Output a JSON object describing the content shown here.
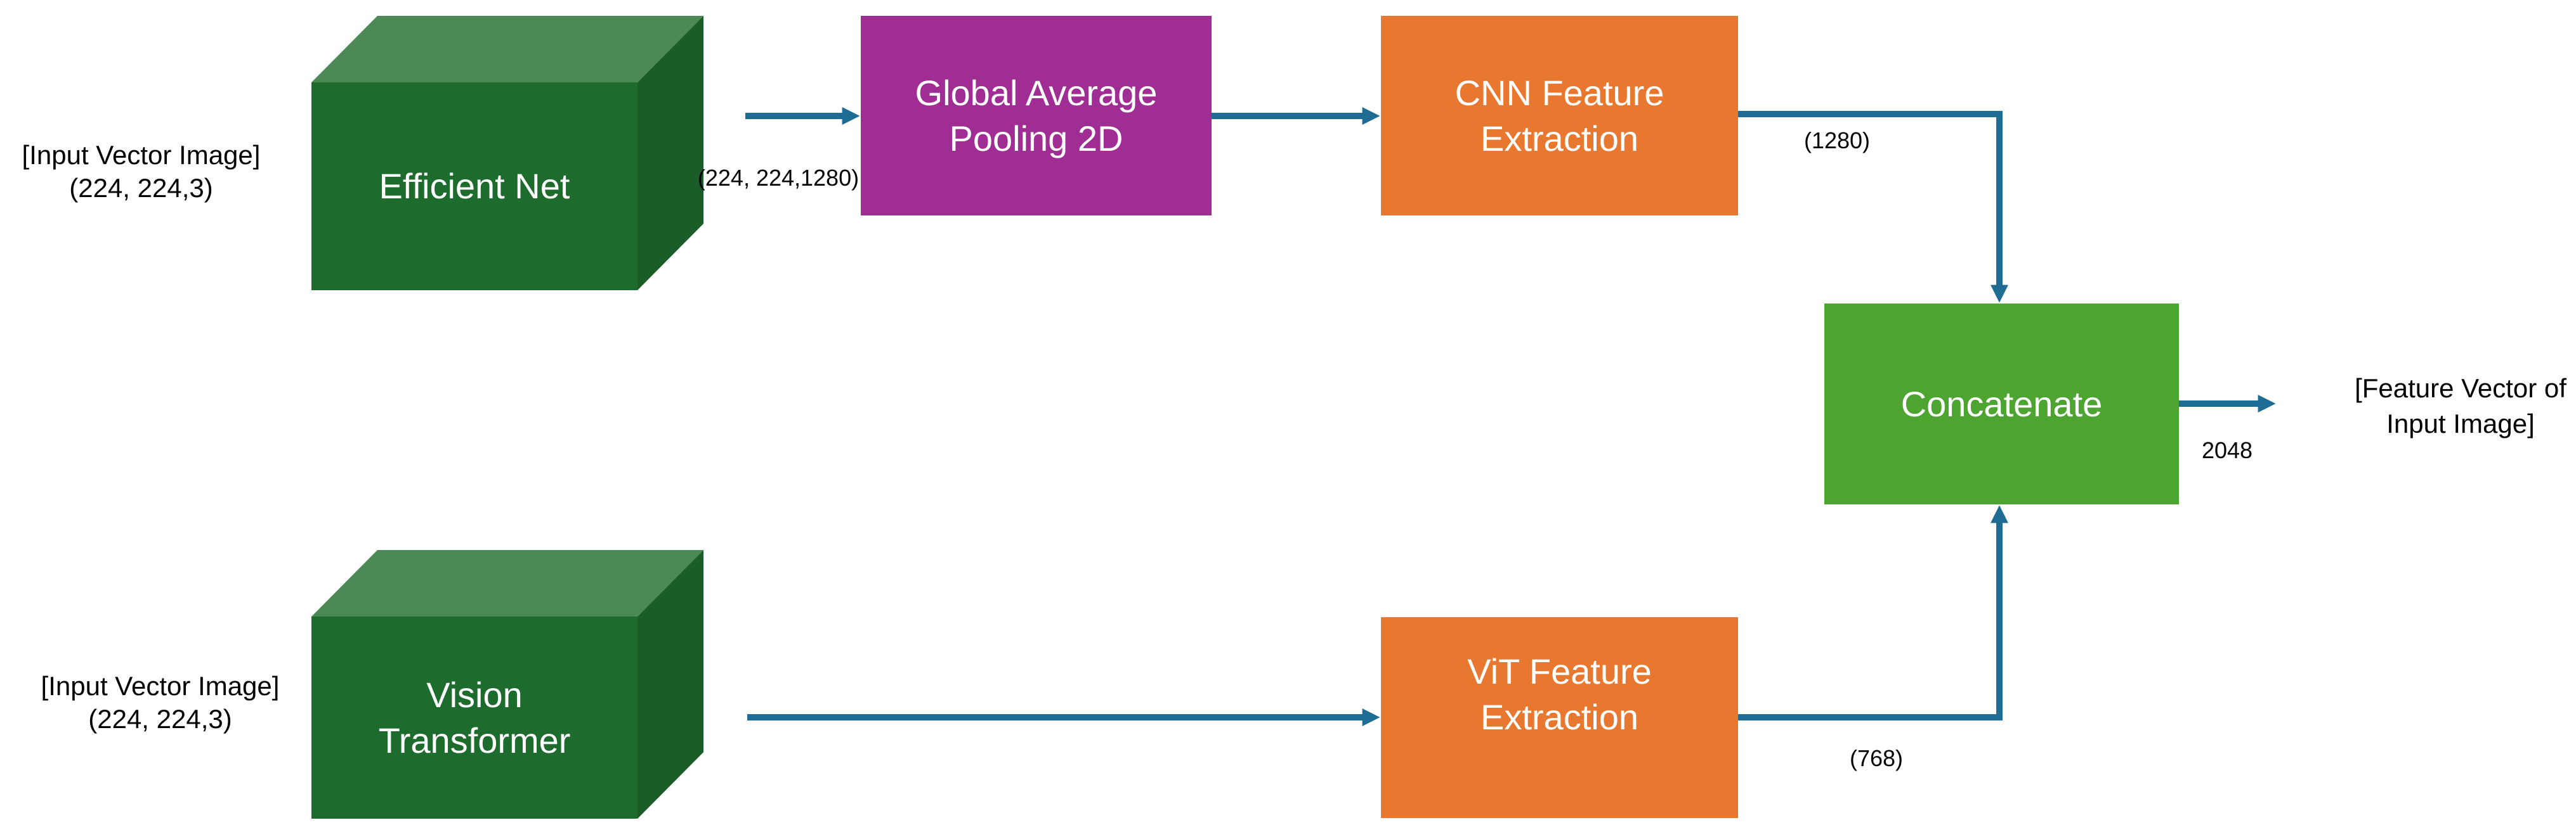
{
  "colors": {
    "background": "#ffffff",
    "box3d_front": "#1e6b2e",
    "box3d_top": "#4c8956",
    "box3d_side": "#1a5d28",
    "pooling_box": "#a02d93",
    "extraction_box": "#e8782f",
    "concatenate_box": "#4da430",
    "arrow": "#1e6b94",
    "annotation_text": "#000000",
    "node_text": "#ffffff"
  },
  "nodes": {
    "efficient_net": {
      "label": "Efficient Net"
    },
    "vision_transformer": {
      "label": "Vision\nTransformer"
    },
    "global_average_pooling": {
      "label": "Global Average\nPooling 2D"
    },
    "cnn_feature_extraction": {
      "label": "CNN Feature\nExtraction"
    },
    "vit_feature_extraction": {
      "label": "ViT Feature\nExtraction"
    },
    "concatenate": {
      "label": "Concatenate"
    }
  },
  "annotations": {
    "input_top": "[Input Vector Image]\n(224, 224,3)",
    "input_bottom": "[Input Vector Image]\n(224, 224,3)",
    "efficientnet_output_shape": "(224, 224,1280)",
    "cnn_output_shape": "(1280)",
    "vit_output_shape": "(768)",
    "concatenate_output_size": "2048",
    "output": "[Feature Vector of\nInput Image]"
  }
}
